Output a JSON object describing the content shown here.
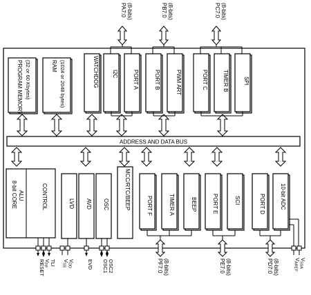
{
  "diagram": {
    "top_ports": [
      {
        "name": "PA7:0",
        "bits": "(8-bits)"
      },
      {
        "name": "PB7:0",
        "bits": "(8-bits)"
      },
      {
        "name": "PC7:0",
        "bits": "(8-bits)"
      }
    ],
    "upper_blocks": {
      "program_memory": {
        "title": "PROGRAM MEMORY",
        "sub": "(32 or 60 Kbytes)"
      },
      "ram": {
        "title": "RAM",
        "sub": "(1024 or 2048 bytes)"
      },
      "watchdog": "WATCHDOG",
      "i2c": "I2C",
      "port_a": "PORT A",
      "port_b": "PORT B",
      "pwm_art": "PWM ART",
      "port_c": "PORT C",
      "timer_b": "TIMER B",
      "spi": "SPI"
    },
    "bus": "ADDRESS AND DATA BUS",
    "lower_blocks": {
      "core": {
        "line1": "8-bit CORE",
        "line2": "ALU"
      },
      "control": "CONTROL",
      "lvd": "LVD",
      "avd": "AVD",
      "osc": "OSC",
      "mcc": "MCC/RTC/BEEP",
      "port_f": "PORT F",
      "timer_a": "TIMER A",
      "beep": "BEEP",
      "port_e": "PORT E",
      "sci": "SCI",
      "port_d": "PORT D",
      "adc": "10-bit ADC"
    },
    "bottom_pins": {
      "reset": "RESET",
      "vpp": "V",
      "vpp_sub": "PP",
      "tli": "TLI",
      "vss": "V",
      "vss_sub": "SS",
      "vdd": "V",
      "vdd_sub": "DD",
      "evd": "EVD",
      "osc1": "OSC1",
      "osc2": "OSC2",
      "vref": "V",
      "vref_sub": "AREF",
      "vssa": "V",
      "vssa_sub": "SSA"
    },
    "bottom_ports": [
      {
        "name": "PF7:0",
        "bits": "(8-bits)"
      },
      {
        "name": "PE7:0",
        "bits": "(8-bits)"
      },
      {
        "name": "PD7:0",
        "bits": "(8-bits)"
      }
    ]
  }
}
